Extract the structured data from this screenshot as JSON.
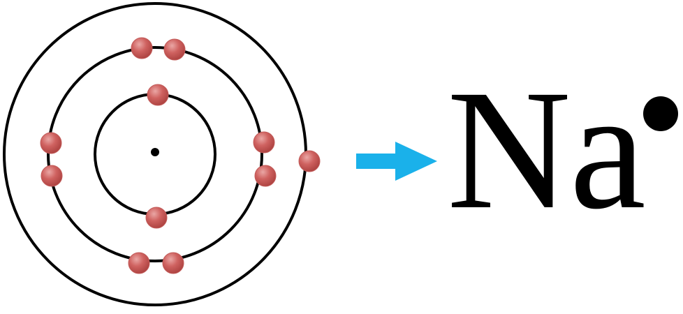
{
  "diagram": {
    "element_symbol": "Na",
    "colors": {
      "shell": "#000000",
      "nucleus": "#000000",
      "electron": "#c0504d",
      "electron_highlight": "#e39a98",
      "arrow": "#1ab1ea",
      "symbol": "#000000",
      "valence_dot": "#000000"
    },
    "shells": [
      {
        "name": "shell-1",
        "electrons": 2
      },
      {
        "name": "shell-2",
        "electrons": 8
      },
      {
        "name": "shell-3",
        "electrons": 1
      }
    ],
    "icons": {
      "nucleus": "nucleus-dot",
      "arrow": "right-arrow-icon",
      "valence": "valence-electron-dot"
    }
  }
}
